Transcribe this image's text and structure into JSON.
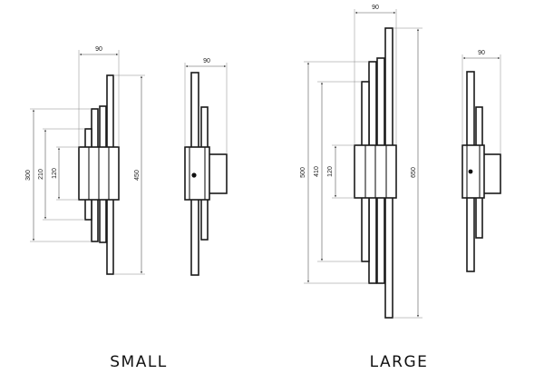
{
  "captions": {
    "small": "SMALL",
    "large": "LARGE"
  },
  "small": {
    "front": {
      "width": "90",
      "heights": [
        "300",
        "210",
        "120",
        "450"
      ]
    },
    "side": {
      "width": "90"
    }
  },
  "large": {
    "front": {
      "width": "90",
      "heights": [
        "500",
        "410",
        "120",
        "650"
      ]
    },
    "side": {
      "width": "90"
    }
  }
}
